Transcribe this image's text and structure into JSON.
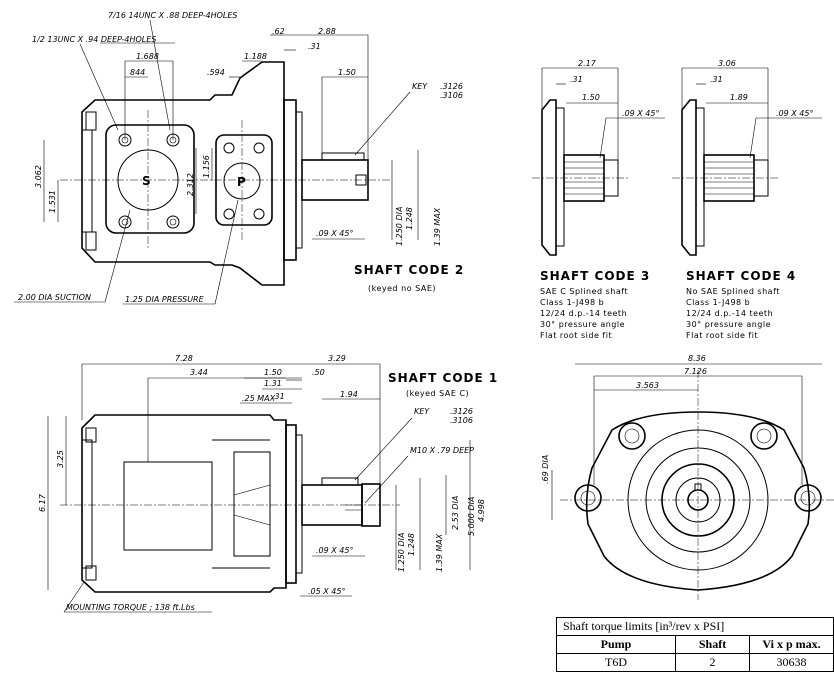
{
  "views": {
    "code2": {
      "title": "SHAFT CODE 2",
      "subtitle": "(keyed no SAE)",
      "labels": {
        "thread_a": "7/16 14UNC X .88 DEEP-4HOLES",
        "thread_b": "1/2 13UNC X .94 DEEP-4HOLES",
        "d1688": "1.688",
        "d844": "844",
        "d062": ".62",
        "d288": "2.88",
        "d031": ".31",
        "d1188": "1.188",
        "d594": ".594",
        "d150": "1.50",
        "key": "KEY",
        "key_hi": ".3126",
        "key_lo": ".3106",
        "d3062": "3.062",
        "d1531": "1.531",
        "d1156": "1.156",
        "d2312": "2.312",
        "port_s": "S",
        "port_p": "P",
        "chamfer": ".09 X 45°",
        "dia_hi": "1.250 DIA",
        "dia_lo": "1.248",
        "dia_max": "1.39 MAX",
        "suction": "2.00 DIA SUCTION",
        "pressure": "1.25 DIA PRESSURE"
      }
    },
    "code3": {
      "title": "SHAFT CODE 3",
      "lines": [
        "SAE C Splined shaft",
        "Class 1-J498 b",
        "12/24 d.p.-14 teeth",
        "30° pressure angle",
        "Flat root side fit"
      ],
      "labels": {
        "d217": "2.17",
        "d031": ".31",
        "d150": "1.50",
        "chamfer": ".09 X 45°"
      }
    },
    "code4": {
      "title": "SHAFT CODE 4",
      "lines": [
        "No SAE Splined shaft",
        "Class 1-J498 b",
        "12/24 d.p.-14 teeth",
        "30° pressure angle",
        "Flat root side fit"
      ],
      "labels": {
        "d306": "3.06",
        "d031": ".31",
        "d189": "1.89",
        "chamfer": ".09 X 45°"
      }
    },
    "code1": {
      "title": "SHAFT CODE 1",
      "subtitle": "(keyed SAE C)",
      "labels": {
        "d728": "7.28",
        "d329": "3.29",
        "d344": "3.44",
        "d150": "1.50",
        "d050": ".50",
        "d131": "1.31",
        "d031": ".31",
        "d025": ".25 MAX",
        "d194": "1.94",
        "key": "KEY",
        "key_hi": ".3126",
        "key_lo": ".3106",
        "m10": "M10 X .79 DEEP",
        "d325": "3.25",
        "d617": "6.17",
        "d253": "2.53 DIA",
        "d5000": "5.000 DIA",
        "d4998": "4.998",
        "chamfer": ".09 X 45°",
        "dia_hi": "1.250 DIA",
        "dia_lo": "1.248",
        "dia_max": "1.39 MAX",
        "chamfer2": ".05 X 45°",
        "mount": "MOUNTING TORQUE ; 138 ft.Lbs"
      }
    },
    "front": {
      "labels": {
        "d836": "8.36",
        "d7126": "7.126",
        "d3563": "3.563",
        "d069": ".69 DIA"
      }
    }
  },
  "torque_table": {
    "caption": "Shaft torque limits [in³/rev x PSI]",
    "headers": [
      "Pump",
      "Shaft",
      "Vi x p max."
    ],
    "row": [
      "T6D",
      "2",
      "30638"
    ]
  }
}
